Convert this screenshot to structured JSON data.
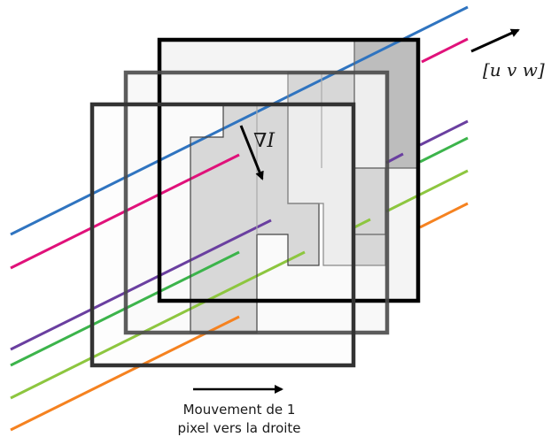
{
  "labels": {
    "gradient": "∇I",
    "velocity": "[u v w]",
    "caption_line1": "Mouvement de 1",
    "caption_line2": "pixel vers la droite"
  },
  "colors": {
    "frame_back": "#000000",
    "frame_middle": "#555555",
    "frame_front": "#333333",
    "region_light": "#f0f0f0",
    "region_mid": "#d8d8d8",
    "region_dark": "#bdbdbd",
    "line_blue": "#2f74c0",
    "line_magenta": "#e0117a",
    "line_purple": "#6a3fa0",
    "line_green": "#3cb44b",
    "line_lime": "#8dc63f",
    "line_orange": "#f58220"
  },
  "icons": {
    "gradient_arrow": "arrow-down-right-icon",
    "velocity_arrow": "arrow-up-right-icon",
    "motion_arrow": "arrow-right-icon"
  }
}
